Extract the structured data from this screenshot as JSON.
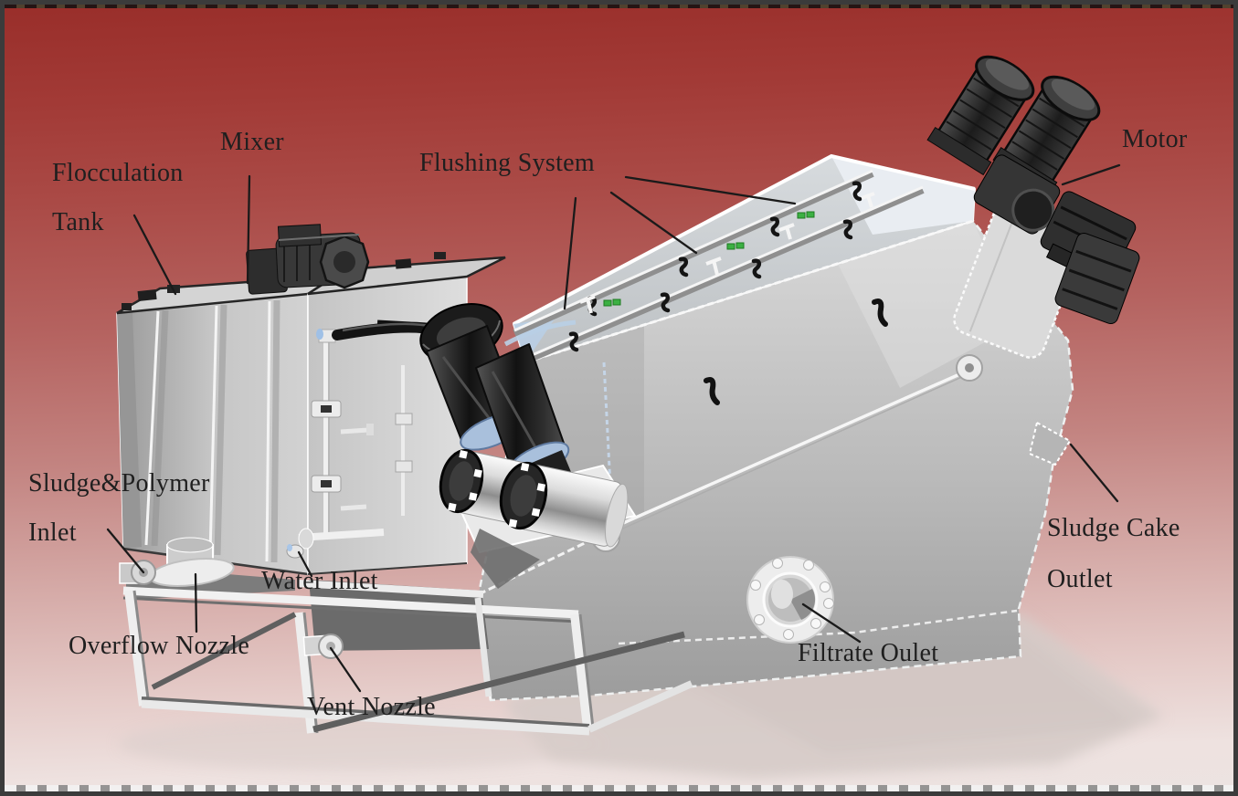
{
  "figure": {
    "kind": "labeled technical illustration",
    "subject": "Screw press sludge dewatering machine"
  },
  "palette": {
    "background_top": "#992e2a",
    "background_bottom": "#ece3e1",
    "frame": "#3b3b3b",
    "label_text": "#1f1f1f",
    "machine_light": "#d6d6d6",
    "machine_mid": "#b0b0b0",
    "machine_dark": "#2a2a2a",
    "accent_blue": "#a9c0dc",
    "accent_green": "#3cb043"
  },
  "labels": [
    {
      "id": "flocculation-tank",
      "line1": "Flocculation",
      "line2": "Tank"
    },
    {
      "id": "mixer",
      "line1": "Mixer"
    },
    {
      "id": "flushing-system",
      "line1": "Flushing System"
    },
    {
      "id": "motor",
      "line1": "Motor"
    },
    {
      "id": "sludge-polymer-inlet",
      "line1": "Sludge&Polymer",
      "line2": "Inlet"
    },
    {
      "id": "water-inlet",
      "line1": "Water Inlet"
    },
    {
      "id": "overflow-nozzle",
      "line1": "Overflow Nozzle"
    },
    {
      "id": "vent-nozzle",
      "line1": "Vent Nozzle"
    },
    {
      "id": "filtrate-outlet",
      "line1": "Filtrate Oulet"
    },
    {
      "id": "sludge-cake-outlet",
      "line1": "Sludge Cake",
      "line2": "Outlet"
    }
  ]
}
